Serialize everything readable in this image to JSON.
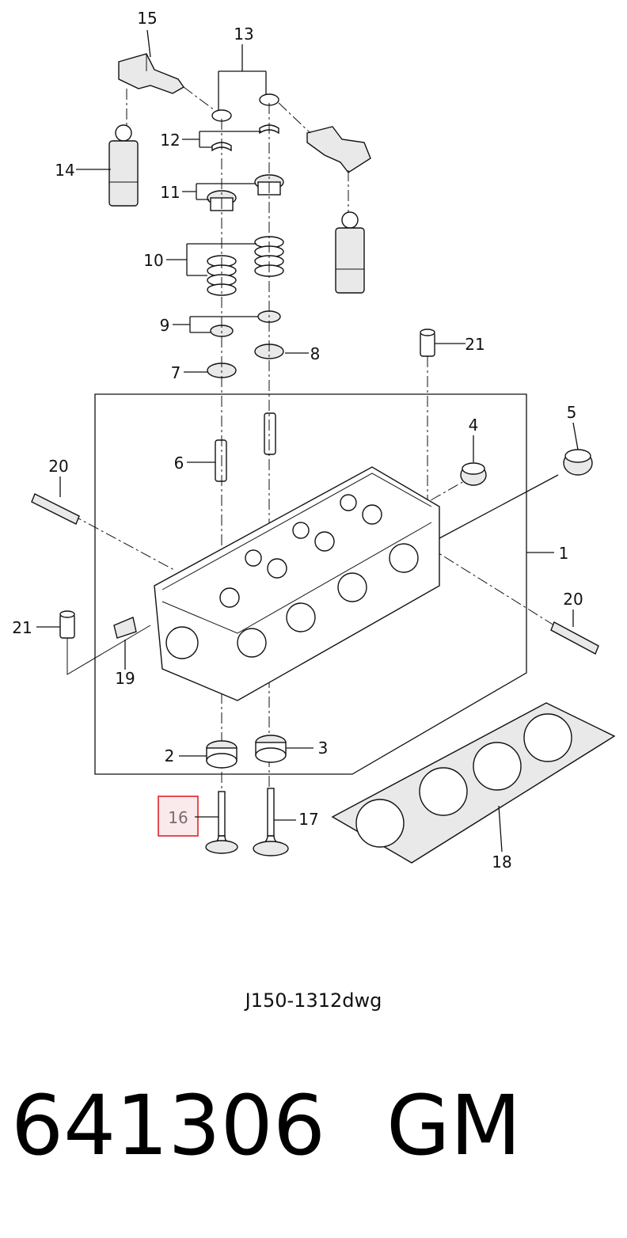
{
  "diagram": {
    "callouts": {
      "c1": "1",
      "c2": "2",
      "c3": "3",
      "c4": "4",
      "c5": "5",
      "c6": "6",
      "c7": "7",
      "c8": "8",
      "c9": "9",
      "c10": "10",
      "c11": "11",
      "c12": "12",
      "c13": "13",
      "c14": "14",
      "c15": "15",
      "c16": "16",
      "c17": "17",
      "c18": "18",
      "c19": "19",
      "c20a": "20",
      "c20b": "20",
      "c21a": "21",
      "c21b": "21"
    },
    "highlight_color": "#e0242b",
    "highlighted_part": "16"
  },
  "drawing_code": "J150-1312dwg",
  "part_number": "641306",
  "brand": "GM"
}
